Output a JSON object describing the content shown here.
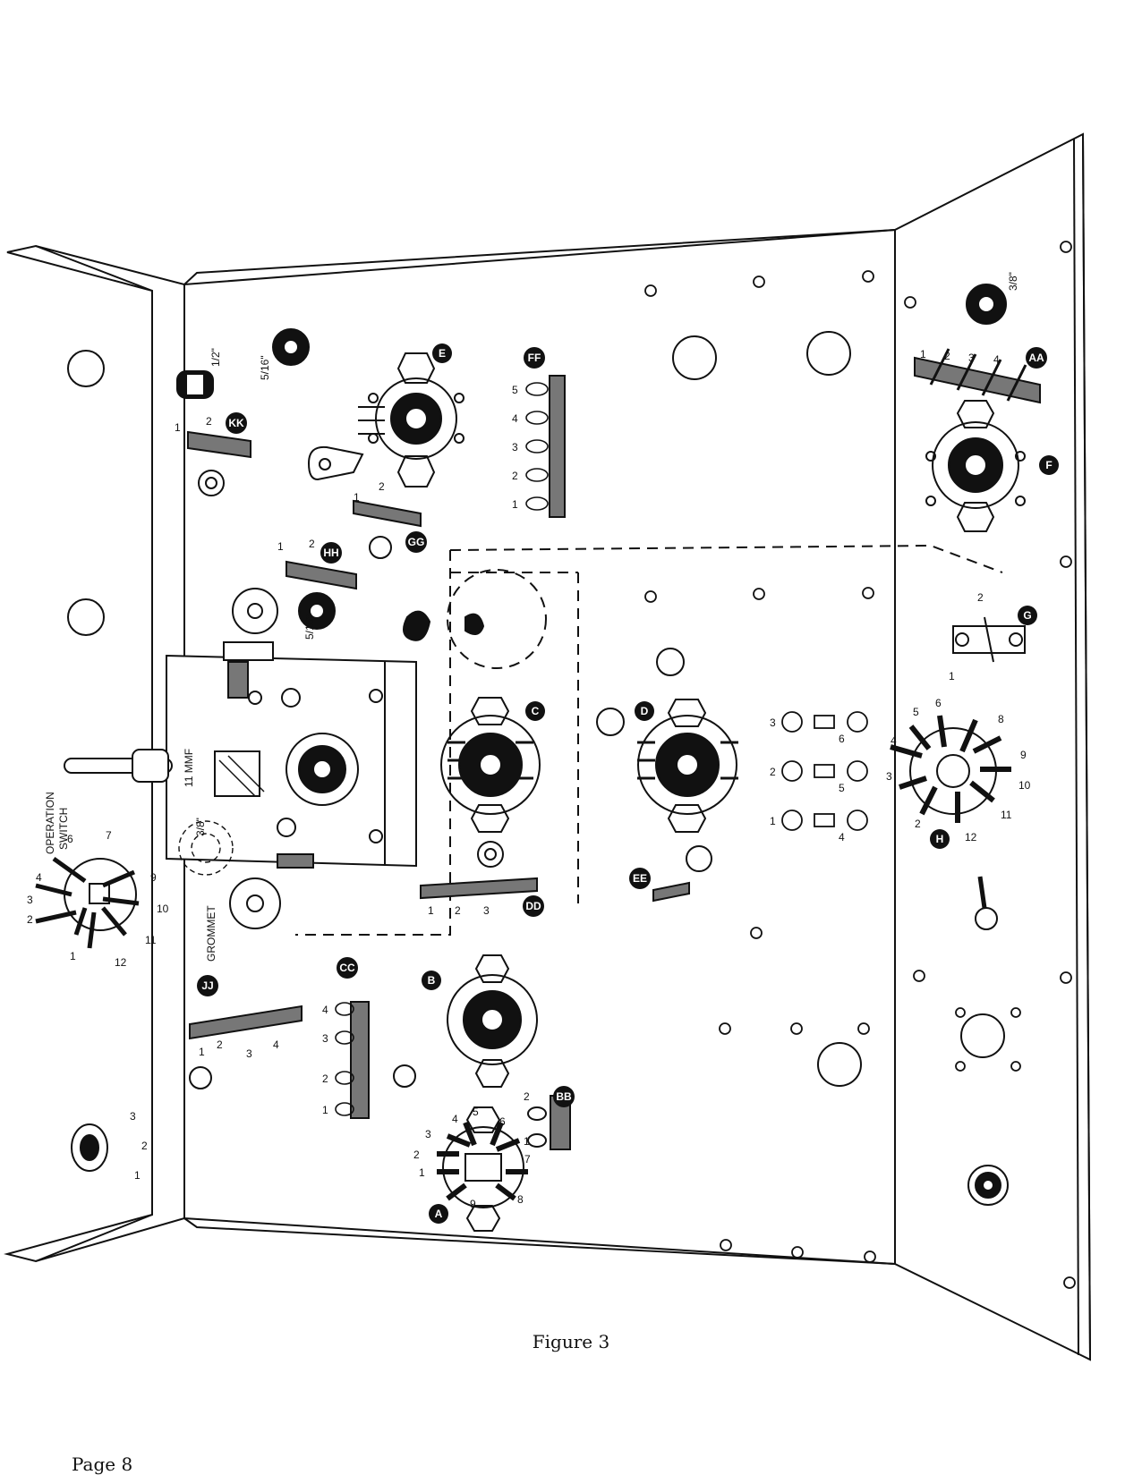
{
  "figure": {
    "caption": "Figure 3",
    "page": "Page 8"
  },
  "labels": {
    "operation_switch_line1": "OPERATION",
    "operation_switch_line2": "SWITCH",
    "grommet": "GROMMET",
    "capacitor": "11 MMF",
    "size_half": "1/2\"",
    "size_5_16_a": "5/16\"",
    "size_5_16_b": "5/16\"",
    "size_3_8_a": "3/8\"",
    "size_3_8_b": "3/8\""
  },
  "components": {
    "A": "A",
    "B": "B",
    "C": "C",
    "D": "D",
    "E": "E",
    "F": "F",
    "G": "G",
    "H": "H",
    "AA": "AA",
    "BB": "BB",
    "CC": "CC",
    "DD": "DD",
    "EE": "EE",
    "FF": "FF",
    "GG": "GG",
    "HH": "HH",
    "JJ": "JJ",
    "KK": "KK"
  },
  "pin_numbers": {
    "ff": [
      "1",
      "2",
      "3",
      "4",
      "5"
    ],
    "aa": [
      "1",
      "2",
      "3",
      "4"
    ],
    "switch": [
      "1",
      "2",
      "3",
      "4",
      "6",
      "7",
      "9",
      "10",
      "11",
      "12"
    ],
    "h": [
      "2",
      "3",
      "4",
      "5",
      "6",
      "8",
      "9",
      "10",
      "11",
      "12"
    ],
    "jacks_left": [
      "1",
      "2",
      "3"
    ],
    "jacks_right": [
      "4",
      "5",
      "6"
    ],
    "cc": [
      "1",
      "2",
      "3",
      "4"
    ],
    "jj": [
      "1",
      "2",
      "3",
      "4"
    ],
    "dd": [
      "1",
      "2",
      "3"
    ],
    "bb": [
      "1",
      "2"
    ],
    "kk": [
      "1",
      "2"
    ],
    "gg": [
      "1",
      "2"
    ],
    "hh": [
      "1",
      "2"
    ],
    "g": [
      "1",
      "2"
    ],
    "jack_a": [
      "1",
      "2",
      "3"
    ],
    "a": [
      "1",
      "2",
      "3",
      "4",
      "5",
      "6",
      "7",
      "8",
      "9"
    ]
  },
  "colors": {
    "ink": "#111111",
    "paper": "#ffffff"
  }
}
